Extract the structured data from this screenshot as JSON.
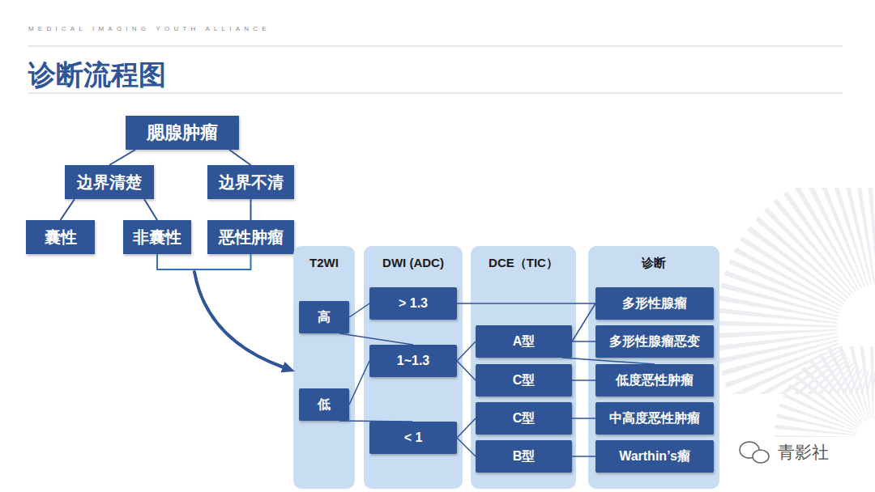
{
  "diagram": {
    "title": "诊断流程图",
    "nodes": [
      {
        "text": [
          "腮腺肿瘤"
        ]
      },
      {
        "text": [
          "边界清楚"
        ]
      },
      {
        "text": [
          "边界不清"
        ]
      },
      {
        "text": [
          "囊性"
        ]
      },
      {
        "text": [
          "非囊性"
        ]
      },
      {
        "text": [
          "恶性肿瘤"
        ]
      },
      {
        "text": [
          "T2WI"
        ]
      },
      {
        "text": [
          "高"
        ],
        "in": 6
      },
      {
        "text": [
          "低"
        ],
        "in": 6
      },
      {
        "text": [
          "DWI (ADC)"
        ]
      },
      {
        "text": [
          "> 1.3"
        ],
        "in": 9
      },
      {
        "text": [
          "1~1.3"
        ],
        "in": 9
      },
      {
        "text": [
          "< 1"
        ],
        "in": 9
      },
      {
        "text": [
          "DCE（TIC）"
        ]
      },
      {
        "text": [
          "A型"
        ],
        "in": 13
      },
      {
        "text": [
          "C型"
        ],
        "in": 13
      },
      {
        "text": [
          "C型"
        ],
        "in": 13
      },
      {
        "text": [
          "B型"
        ],
        "in": 13
      },
      {
        "text": [
          "诊断"
        ]
      },
      {
        "text": [
          "多形性腺瘤"
        ],
        "in": 18
      },
      {
        "text": [
          "多形性腺瘤恶变"
        ],
        "in": 18
      },
      {
        "text": [
          "低度恶性肿瘤"
        ],
        "in": 18
      },
      {
        "text": [
          "中高度恶性肿瘤"
        ],
        "in": 18
      },
      {
        "text": [
          "Warthin’s瘤"
        ],
        "in": 18
      }
    ],
    "edges": [
      {
        "from": 0,
        "to": 1,
        "arrow": "none"
      },
      {
        "from": 0,
        "to": 2,
        "arrow": "none"
      },
      {
        "from": 1,
        "to": 3,
        "arrow": "none"
      },
      {
        "from": 1,
        "to": 4,
        "arrow": "none"
      },
      {
        "from": 2,
        "to": 5,
        "arrow": "none"
      },
      {
        "from": 7,
        "to": 10,
        "arrow": "none"
      },
      {
        "from": 7,
        "to": 11,
        "arrow": "none"
      },
      {
        "from": 8,
        "to": 11,
        "arrow": "none"
      },
      {
        "from": 8,
        "to": 12,
        "arrow": "none"
      },
      {
        "from": 10,
        "to": 19,
        "arrow": "none"
      },
      {
        "from": 11,
        "to": 14,
        "arrow": "none"
      },
      {
        "from": 11,
        "to": 15,
        "arrow": "none"
      },
      {
        "from": 12,
        "to": 16,
        "arrow": "none"
      },
      {
        "from": 12,
        "to": 17,
        "arrow": "none"
      },
      {
        "from": 14,
        "to": 19,
        "arrow": "none"
      },
      {
        "from": 14,
        "to": 20,
        "arrow": "none"
      },
      {
        "from": 14,
        "to": 21,
        "arrow": "none"
      },
      {
        "from": 15,
        "to": 21,
        "arrow": "none"
      },
      {
        "from": 16,
        "to": 22,
        "arrow": "none"
      },
      {
        "from": 17,
        "to": 23,
        "arrow": "none"
      }
    ],
    "labels": [
      "MEDICAL IMAGING YOUTH ALLIANCE",
      "青影社"
    ]
  }
}
